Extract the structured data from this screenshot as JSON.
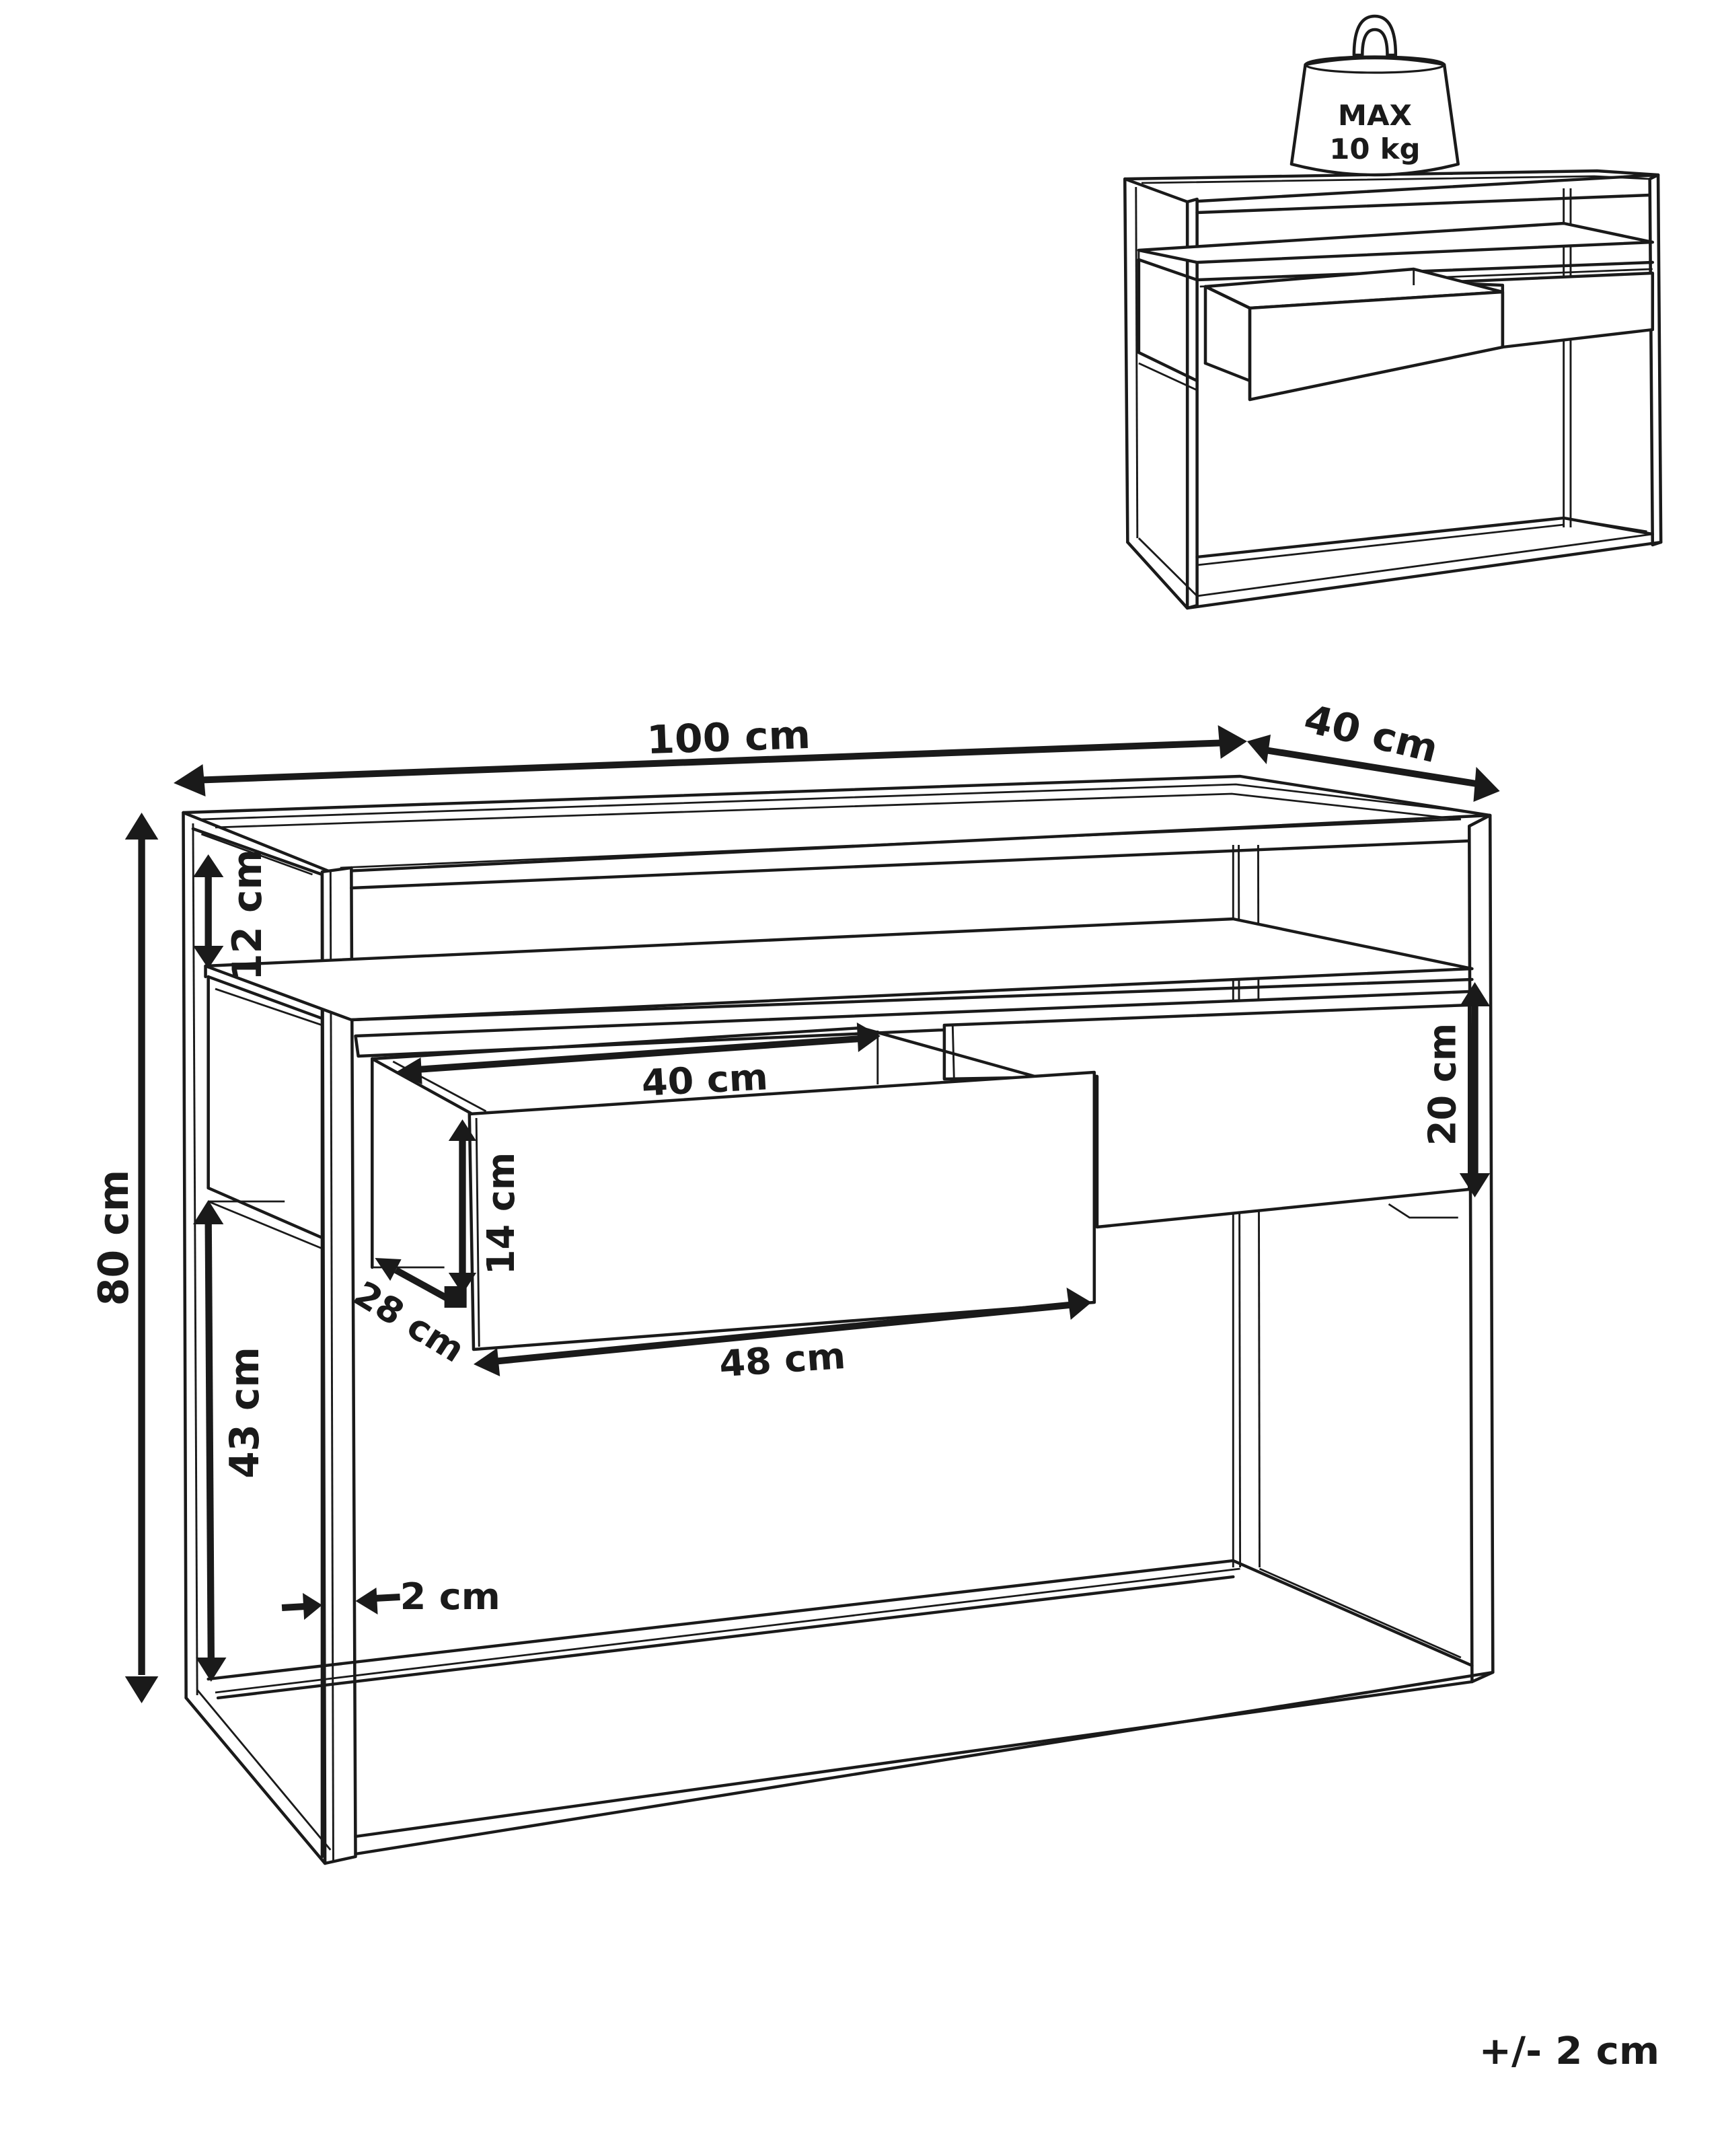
{
  "diagram": {
    "type": "product-dimension-drawing",
    "subject": "console table with two drawers and open shelf"
  },
  "weight_badge": {
    "line1": "MAX",
    "line2": "10 kg",
    "icon": "weight-icon"
  },
  "dimensions": {
    "width": "100 cm",
    "depth": "40 cm",
    "height": "80 cm",
    "shelf_gap": "12 cm",
    "lower_clearance": "43 cm",
    "frame_thickness": "2 cm",
    "drawer_inner_width": "40 cm",
    "drawer_height": "14 cm",
    "drawer_depth": "28 cm",
    "drawer_front_width": "48 cm",
    "drawer_unit_height": "20 cm"
  },
  "tolerance": "+/- 2 cm",
  "colors": {
    "ink": "#1a1a1a",
    "background": "#ffffff"
  }
}
